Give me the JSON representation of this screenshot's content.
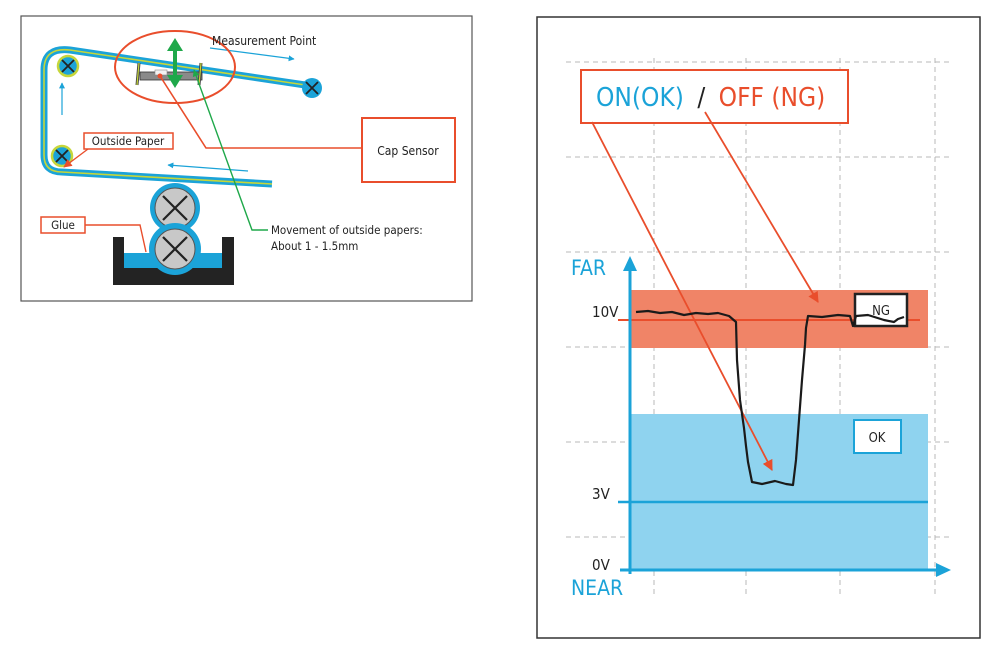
{
  "left_diagram": {
    "measurement_point_label": "Measurement Point",
    "outside_paper_label": "Outside Paper",
    "glue_label": "Glue",
    "cap_sensor_label": "Cap Sensor",
    "movement_line1": "Movement of outside papers:",
    "movement_line2": "About  1 - 1.5mm"
  },
  "right_chart": {
    "title_on": "ON(OK)",
    "title_sep": "/",
    "title_off": "OFF (NG)",
    "y_top_label": "FAR",
    "y_bottom_label": "NEAR",
    "level_10v": "10V",
    "level_3v": "3V",
    "level_0v": "0V",
    "ng_badge": "NG",
    "ok_badge": "OK"
  },
  "colors": {
    "blue": "#1ba3d8",
    "light_blue": "#8fd3ef",
    "red_orange": "#e94e2c",
    "salmon": "#f08467",
    "green": "#1fa84a",
    "yellow_green": "#c6d63a",
    "gray": "#9b9b9b"
  }
}
